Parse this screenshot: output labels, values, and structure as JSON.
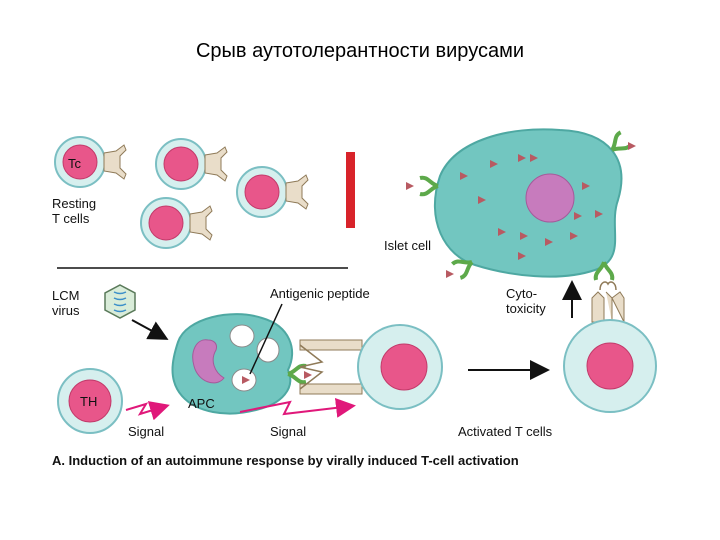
{
  "slide": {
    "title": "Срыв аутотолерантности вирусами"
  },
  "labels": {
    "tc": "Tc",
    "resting_line1": "Resting",
    "resting_line2": "T cells",
    "islet": "Islet cell",
    "lcm_line1": "LCM",
    "lcm_line2": "virus",
    "antigenic": "Antigenic peptide",
    "cyto_line1": "Cyto-",
    "cyto_line2": "toxicity",
    "th": "TH",
    "apc": "APC",
    "signal1": "Signal",
    "signal2": "Signal",
    "activated": "Activated T cells"
  },
  "caption": "A. Induction of an autoimmune response by virally induced T-cell activation",
  "colors": {
    "cell_fill": "#d6efee",
    "cell_stroke": "#7bbfc3",
    "nucleus": "#e8568a",
    "islet_fill": "#72c6c0",
    "islet_nucleus": "#c77bbd",
    "receptor": "#e9ddc9",
    "receptor_stroke": "#8f7a58",
    "mhc": "#9bd07d",
    "peptide": "#b85a62",
    "signal": "#e0187a",
    "block_bar": "#d8232a"
  }
}
